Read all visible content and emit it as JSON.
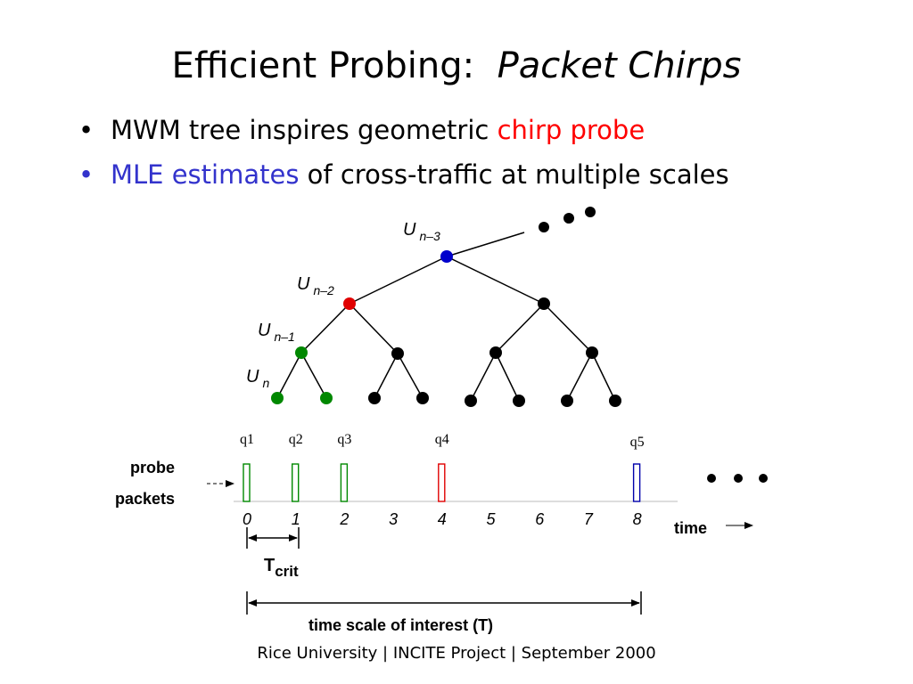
{
  "slide": {
    "title_main": "Efficient Probing:",
    "title_italic": "Packet Chirps",
    "bullets": [
      {
        "dot": "•",
        "plain_before": "MWM tree inspires geometric ",
        "highlight": "chirp probe",
        "plain_after": "",
        "highlight_color": "#ff0000"
      },
      {
        "dot": "•",
        "plain_before": "",
        "highlight": "MLE estimates",
        "plain_after": " of cross-traffic at multiple scales",
        "highlight_color": "#3333cc"
      }
    ],
    "footer": "Rice University | INCITE Project | September 2000"
  },
  "tree": {
    "labels": [
      {
        "base": "U",
        "sub": "n–3"
      },
      {
        "base": "U",
        "sub": "n–2"
      },
      {
        "base": "U",
        "sub": "n–1"
      },
      {
        "base": "U",
        "sub": "n"
      }
    ],
    "colors": {
      "root": "#0000cc",
      "n2": "#e00000",
      "n1": "#008800",
      "leaf_green": "#008800",
      "default": "#000000"
    }
  },
  "timeline": {
    "probe_label_1": "probe",
    "probe_label_2": "packets",
    "packets": [
      {
        "label": "q1",
        "time": 0,
        "color": "#008800"
      },
      {
        "label": "q2",
        "time": 1,
        "color": "#008800"
      },
      {
        "label": "q3",
        "time": 2,
        "color": "#008800"
      },
      {
        "label": "q4",
        "time": 4,
        "color": "#e00000"
      },
      {
        "label": "q5",
        "time": 8,
        "color": "#0000aa"
      }
    ],
    "ticks": [
      "0",
      "1",
      "2",
      "3",
      "4",
      "5",
      "6",
      "7",
      "8"
    ],
    "time_label": "time",
    "tcrit_base": "T",
    "tcrit_sub": "crit",
    "scale_label": "time scale of interest (T)"
  }
}
